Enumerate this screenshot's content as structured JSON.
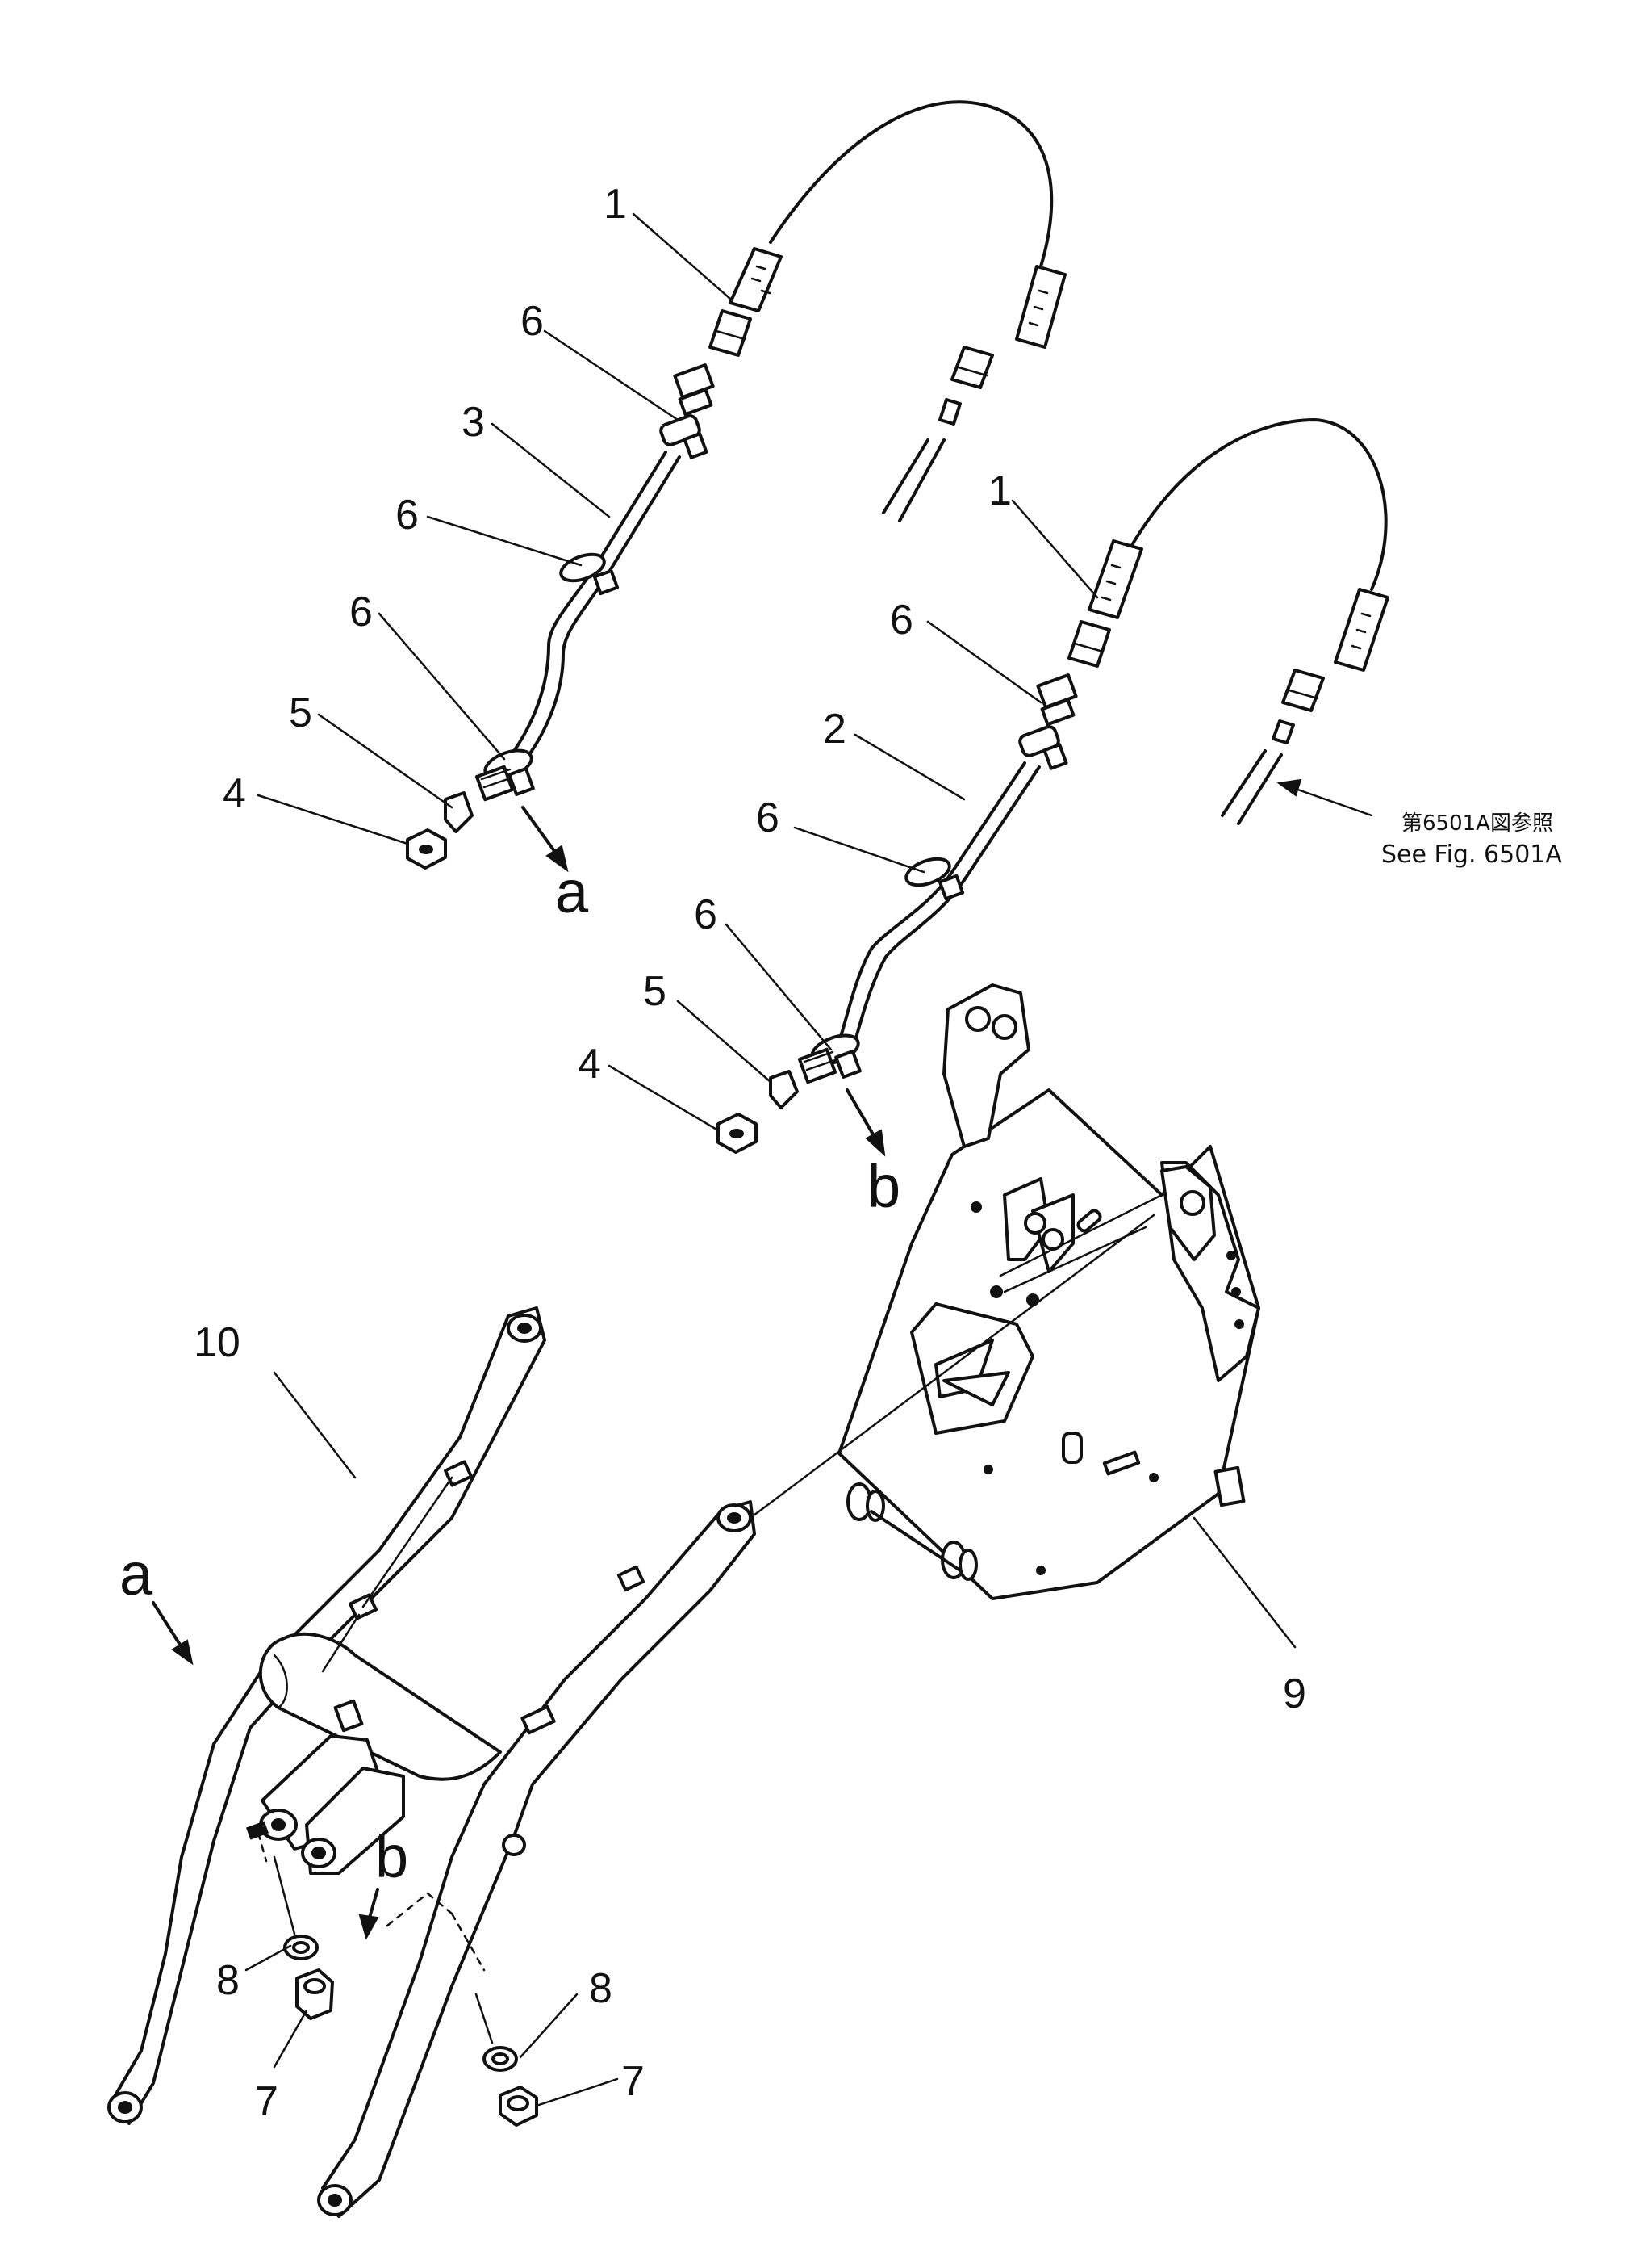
{
  "callouts": {
    "c1a": "1",
    "c1b": "1",
    "c2": "2",
    "c3": "3",
    "c4a": "4",
    "c4b": "4",
    "c5a": "5",
    "c5b": "5",
    "c6a": "6",
    "c6b": "6",
    "c6c": "6",
    "c6d": "6",
    "c6e": "6",
    "c6f": "6",
    "c7a": "7",
    "c7b": "7",
    "c8a": "8",
    "c8b": "8",
    "c9": "9",
    "c10": "10"
  },
  "connections": {
    "a_top": "a",
    "b_top": "b",
    "a_bottom": "a",
    "b_bottom": "b"
  },
  "reference": {
    "jp": "第6501A図参照",
    "en": "See Fig. 6501A"
  }
}
